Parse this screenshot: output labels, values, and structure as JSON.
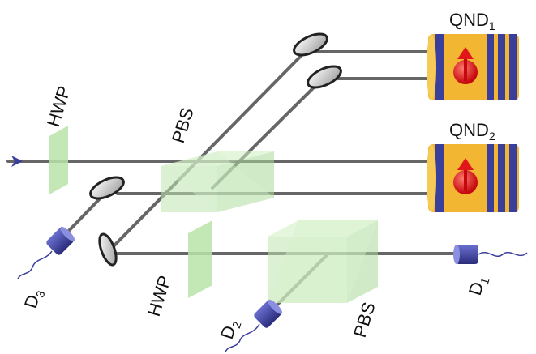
{
  "labels": {
    "qnd1_main": "QND",
    "qnd1_sub": "1",
    "qnd2_main": "QND",
    "qnd2_sub": "2",
    "hwp_top": "HWP",
    "hwp_bottom": "HWP",
    "pbs_top": "PBS",
    "pbs_bottom": "PBS",
    "d1_main": "D",
    "d1_sub": "1",
    "d2_main": "D",
    "d2_sub": "2",
    "d3_main": "D",
    "d3_sub": "3"
  },
  "colors": {
    "beam": "#666666",
    "glass": "#b9e3a8",
    "detector": "#3b3f9c",
    "cavity_gold": "#f2b632",
    "cavity_blue": "#3b3f9c",
    "atom_red": "#e0161b",
    "mirror": "#c8c8c8",
    "input_arrow": "#3b3f9c"
  }
}
